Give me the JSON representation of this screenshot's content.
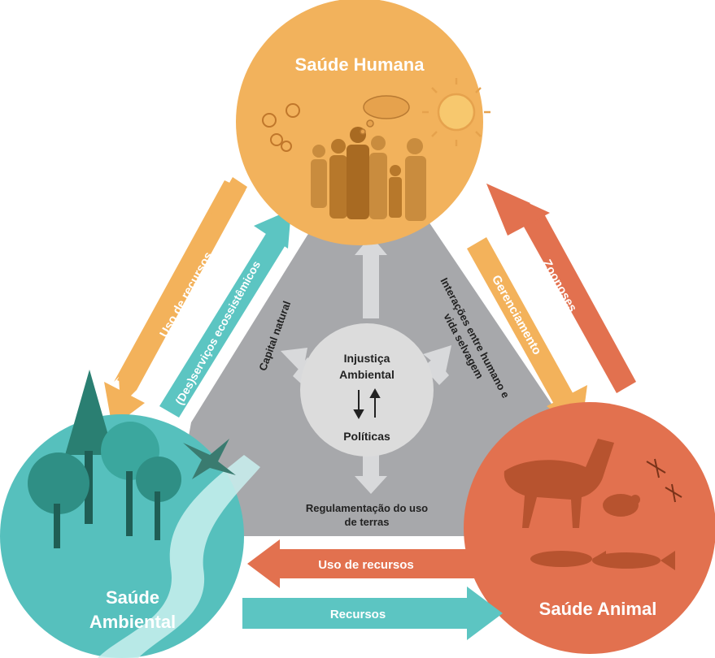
{
  "nodes": {
    "human": {
      "title": "Saúde Humana",
      "color": "#f2b25c"
    },
    "environment": {
      "title_line1": "Saúde",
      "title_line2": "Ambiental",
      "color": "#56c0bd"
    },
    "animal": {
      "title": "Saúde Animal",
      "color": "#e2714f"
    }
  },
  "center": {
    "line1": "Injustiça",
    "line2": "Ambiental",
    "line3": "Políticas",
    "circle_color": "#dcdcdc",
    "panel_color": "#a7a8ab"
  },
  "arrows": {
    "uso_recursos_left": "Uso de recursos",
    "desservicos": "(Des)serviços ecossistêmicos",
    "capital_natural": "Capital natural",
    "interacoes_line1": "Interações entre humano e",
    "interacoes_line2": "vida selvagem",
    "gerenciamento": "Gerenciamento",
    "zoonoses": "Zoonoses",
    "regulamentacao_line1": "Regulamentação do uso",
    "regulamentacao_line2": "de terras",
    "uso_recursos_bottom": "Uso de recursos",
    "recursos": "Recursos"
  },
  "colors": {
    "orange_arrow": "#f3b25b",
    "teal_arrow": "#5cc5c2",
    "red_arrow": "#e2714f",
    "gray_arrow": "#d8d9db"
  }
}
